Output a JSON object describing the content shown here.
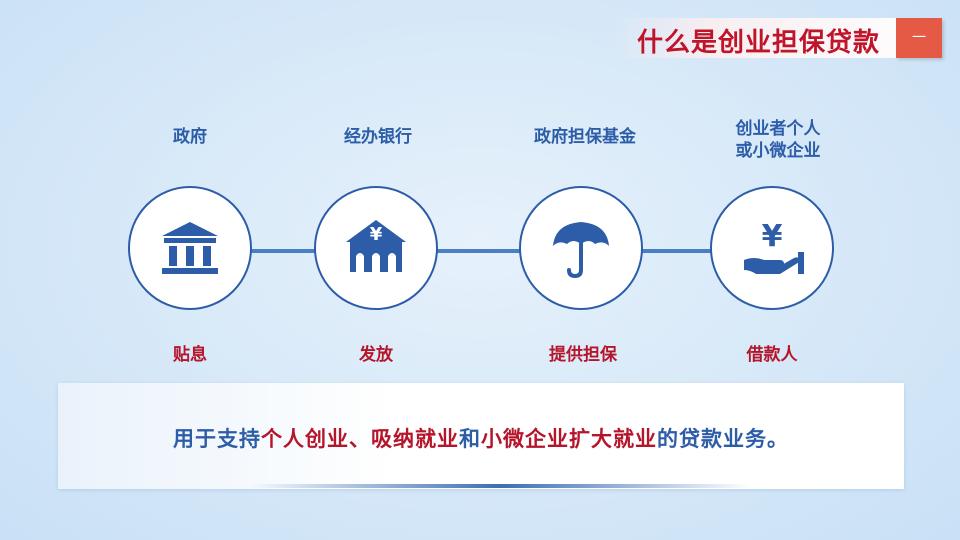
{
  "header": {
    "title": "什么是创业担保贷款",
    "section_number": "一"
  },
  "flow": [
    {
      "top": "创业者个人\n或小微企业",
      "bottom": "借款人",
      "icon": "yen-hand-icon"
    },
    {
      "top": "政府担保基金",
      "bottom": "提供担保",
      "icon": "umbrella-icon"
    },
    {
      "top": "经办银行",
      "bottom": "发放",
      "icon": "bank-yen-icon"
    },
    {
      "top": "政府",
      "bottom": "贴息",
      "icon": "government-building-icon"
    }
  ],
  "description": {
    "part1": "用于支持",
    "part2": "个人创业",
    "part3": "、吸纳就业",
    "part4": "和",
    "part5": "小微企业扩大就业",
    "part6": "的贷款业务。"
  },
  "colors": {
    "primary_blue": "#2d5da8",
    "accent_red": "#b5152b",
    "badge_orange": "#e45a45"
  }
}
